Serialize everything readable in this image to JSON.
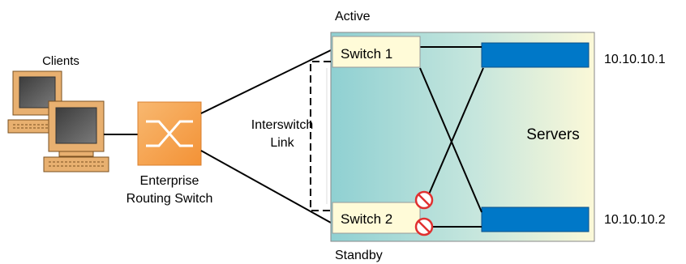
{
  "labels": {
    "clients": "Clients",
    "enterprise_line1": "Enterprise",
    "enterprise_line2": "Routing Switch",
    "interswitch_line1": "Interswitch",
    "interswitch_line2": "Link",
    "active": "Active",
    "standby": "Standby",
    "switch1": "Switch 1",
    "switch2": "Switch 2",
    "servers": "Servers",
    "ip1": "10.10.10.1",
    "ip2": "10.10.10.2"
  },
  "colors": {
    "server_bar": "#0078c8",
    "switch_box": "#fffbd8",
    "routing_switch": "#f6a04a",
    "panel_left": "#8fd0d2",
    "panel_right": "#fbf8d8",
    "blocked_port": "#e03030",
    "computer_body": "#e8b070"
  },
  "icons": {
    "clients": "desktop-computer-icon",
    "routing_switch": "crossed-arrows-switch-icon",
    "blocked": "no-entry-icon"
  }
}
